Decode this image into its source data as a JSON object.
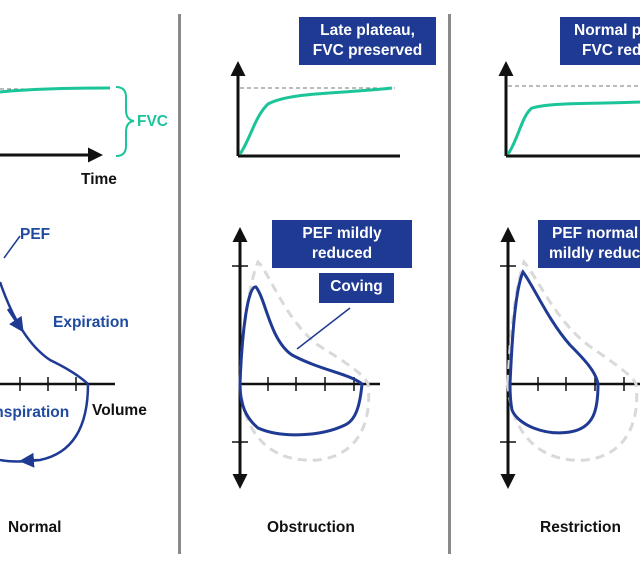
{
  "panels": {
    "normal": {
      "caption": "Normal",
      "fvc_label": "FVC",
      "time_label": "Time",
      "pef_label": "PEF",
      "expiration_label": "Expiration",
      "inspiration_label": "Inspiration",
      "volume_label": "Volume"
    },
    "obstruction": {
      "caption": "Obstruction",
      "top_box": {
        "line1": "Late plateau,",
        "line2": "FVC preserved"
      },
      "pef_box": {
        "line1": "PEF mildly",
        "line2": "reduced"
      },
      "coving_box": "Coving"
    },
    "restriction": {
      "caption": "Restriction",
      "top_box": {
        "line1": "Normal plateau,",
        "line2": "FVC reduced"
      },
      "pef_box": {
        "line1": "PEF normal or",
        "line2": "mildly reduced"
      }
    }
  },
  "colors": {
    "navy_box": "#1f3a93",
    "teal_curve": "#1cc49a",
    "blue_loop": "#1f3a93",
    "normal_ghost_loop": "#d9d9d9",
    "divider": "#8a8a8a"
  }
}
